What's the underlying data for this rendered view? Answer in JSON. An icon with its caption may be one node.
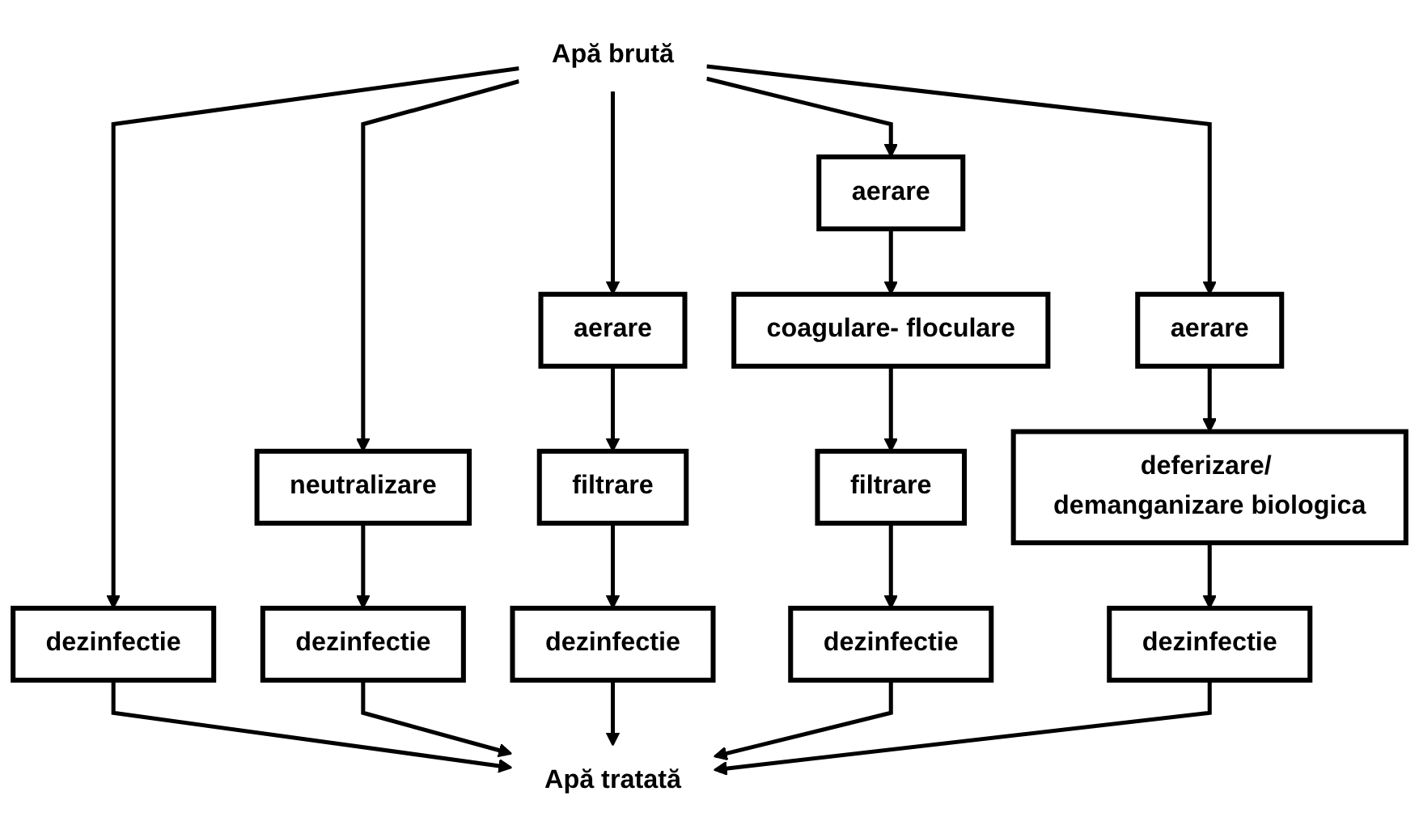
{
  "diagram": {
    "nodes": [
      {
        "text": [
          "Apă brută"
        ]
      },
      {
        "text": [
          "aerare"
        ]
      },
      {
        "text": [
          "aerare"
        ]
      },
      {
        "text": [
          "aerare"
        ]
      },
      {
        "text": [
          "coagulare- floculare"
        ]
      },
      {
        "text": [
          "deferizare/ demanganizare biologica"
        ]
      },
      {
        "text": [
          "neutralizare"
        ]
      },
      {
        "text": [
          "filtrare"
        ]
      },
      {
        "text": [
          "filtrare"
        ]
      },
      {
        "text": [
          "dezinfectie"
        ]
      },
      {
        "text": [
          "dezinfectie"
        ]
      },
      {
        "text": [
          "dezinfectie"
        ]
      },
      {
        "text": [
          "dezinfectie"
        ]
      },
      {
        "text": [
          "dezinfectie"
        ]
      },
      {
        "text": [
          "Apă tratată"
        ]
      }
    ],
    "edges": [
      {
        "from": 0,
        "to": 9,
        "arrow": "to"
      },
      {
        "from": 0,
        "to": 6,
        "arrow": "to"
      },
      {
        "from": 0,
        "to": 1,
        "arrow": "to"
      },
      {
        "from": 0,
        "to": 2,
        "arrow": "to"
      },
      {
        "from": 0,
        "to": 3,
        "arrow": "to"
      },
      {
        "from": 1,
        "to": 7,
        "arrow": "to"
      },
      {
        "from": 2,
        "to": 4,
        "arrow": "to"
      },
      {
        "from": 3,
        "to": 5,
        "arrow": "to"
      },
      {
        "from": 6,
        "to": 10,
        "arrow": "to"
      },
      {
        "from": 7,
        "to": 11,
        "arrow": "to"
      },
      {
        "from": 4,
        "to": 8,
        "arrow": "to"
      },
      {
        "from": 8,
        "to": 12,
        "arrow": "to"
      },
      {
        "from": 5,
        "to": 13,
        "arrow": "to"
      },
      {
        "from": 9,
        "to": 14,
        "arrow": "to"
      },
      {
        "from": 10,
        "to": 14,
        "arrow": "to"
      },
      {
        "from": 11,
        "to": 14,
        "arrow": "to"
      },
      {
        "from": 12,
        "to": 14,
        "arrow": "to"
      },
      {
        "from": 13,
        "to": 14,
        "arrow": "to"
      }
    ]
  }
}
